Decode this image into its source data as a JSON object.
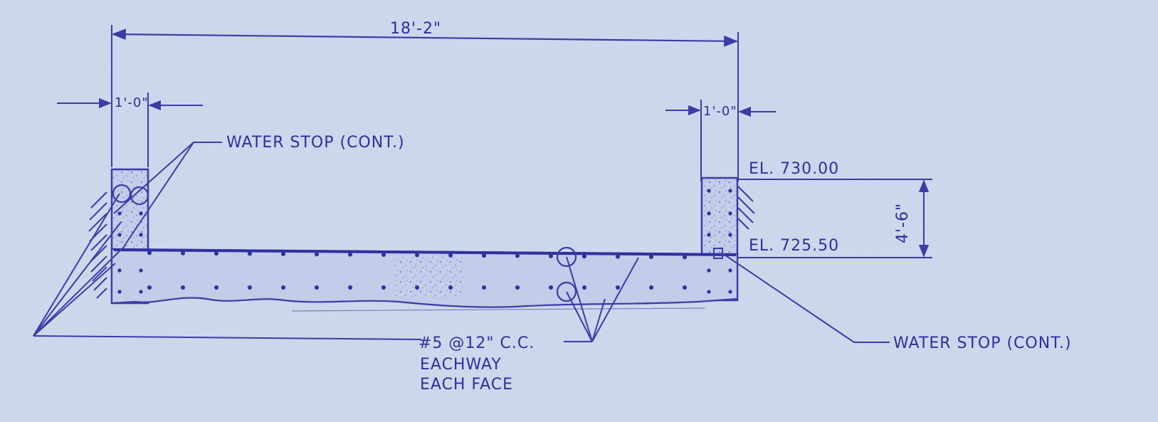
{
  "colors": {
    "paper": "#cfd9ec",
    "ink": "#3a3ca8",
    "text": "#2e2f9e",
    "concrete": "#b8c3e2"
  },
  "dimensions": {
    "overall_width": "18'-2\"",
    "left_wall_thickness": "1'-0\"",
    "right_wall_thickness": "1'-0\"",
    "wall_height": "4'-6\""
  },
  "elevations": {
    "top": "EL. 730.00",
    "bottom": "EL. 725.50"
  },
  "callouts": {
    "water_stop_left": "WATER STOP (CONT.)",
    "water_stop_right": "WATER STOP (CONT.)",
    "rebar_line1": "#5 @12\" C.C.",
    "rebar_line2": "EACHWAY",
    "rebar_line3": "EACH FACE"
  }
}
